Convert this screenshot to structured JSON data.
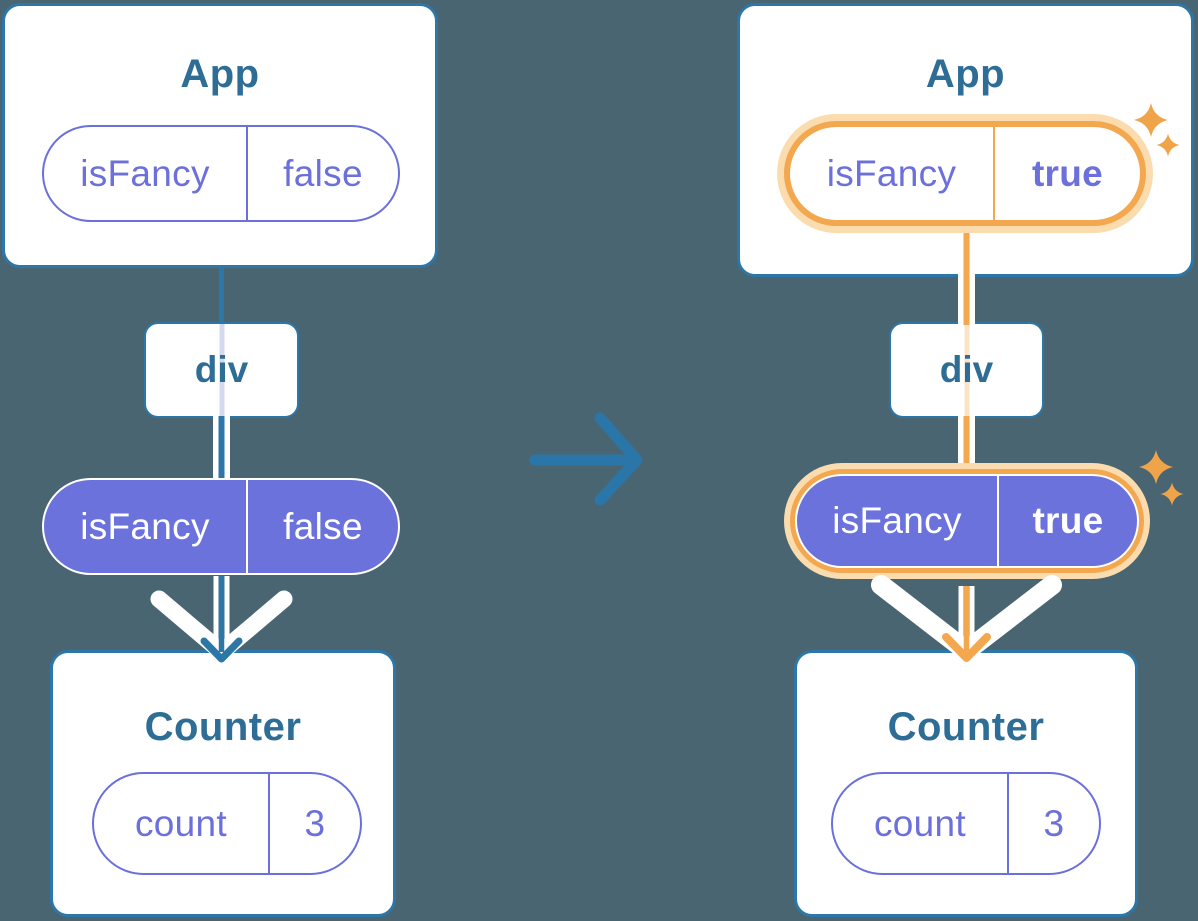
{
  "colors": {
    "background": "#4a6572",
    "card_border_blue": "#2d76a8",
    "heading_text_blue": "#2e6d96",
    "state_pill_indigo": "#6b72dc",
    "indigo_text": "#6b70da",
    "highlight_orange": "#f3a74e",
    "highlight_glow": "#fbdcae",
    "arrow_white": "#ffffff"
  },
  "before": {
    "app": {
      "title": "App",
      "state": {
        "label": "isFancy",
        "value": "false"
      }
    },
    "middle": {
      "label": "div"
    },
    "prop": {
      "label": "isFancy",
      "value": "false"
    },
    "counter": {
      "title": "Counter",
      "state": {
        "label": "count",
        "value": "3"
      }
    }
  },
  "after": {
    "app": {
      "title": "App",
      "state": {
        "label": "isFancy",
        "value": "true"
      }
    },
    "middle": {
      "label": "div"
    },
    "prop": {
      "label": "isFancy",
      "value": "true"
    },
    "counter": {
      "title": "Counter",
      "state": {
        "label": "count",
        "value": "3"
      }
    }
  }
}
